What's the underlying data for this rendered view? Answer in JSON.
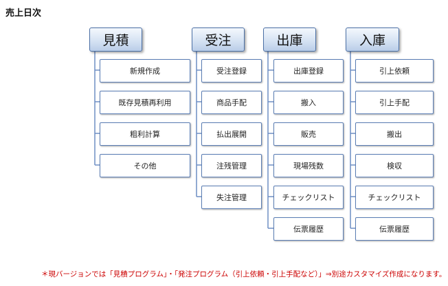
{
  "title": "売上日次",
  "columns": [
    {
      "id": "mitsumori",
      "header": "見積",
      "items": [
        "新規作成",
        "既存見積再利用",
        "粗利計算",
        "その他"
      ]
    },
    {
      "id": "juchu",
      "header": "受注",
      "items": [
        "受注登録",
        "商品手配",
        "払出展開",
        "注残管理",
        "失注管理"
      ]
    },
    {
      "id": "shukko",
      "header": "出庫",
      "items": [
        "出庫登録",
        "搬入",
        "販売",
        "現場残数",
        "チェックリスト",
        "伝票履歴"
      ]
    },
    {
      "id": "nyuko",
      "header": "入庫",
      "items": [
        "引上依頼",
        "引上手配",
        "搬出",
        "検収",
        "チェックリスト",
        "伝票履歴"
      ]
    }
  ],
  "footnote": "＊現バージョンでは「見積プログラム」・「発注プログラム（引上依頼・引上手配など）」⇒別途カスタマイズ作成になります。",
  "colors": {
    "connector": "#6d8ec4",
    "header_gradient_top": "#f4f8fd",
    "header_gradient_bottom": "#b9cde8",
    "item_border": "#5a7db4",
    "footnote": "#cc0000"
  }
}
